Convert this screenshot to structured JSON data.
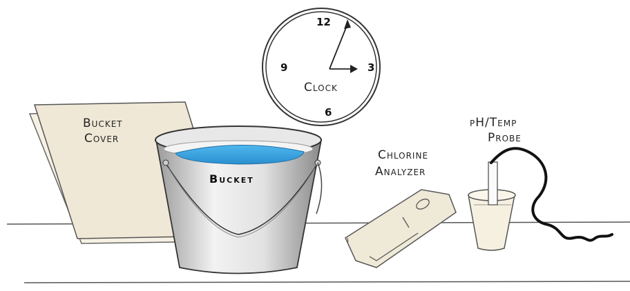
{
  "labels": {
    "bucket_cover": [
      "Bucket",
      "Cover"
    ],
    "clock": "Clock",
    "bucket": "Bucket",
    "chlorine_analyzer": [
      "Chlorine",
      "Analyzer"
    ],
    "ph_probe": [
      "pH/Temp",
      "Probe"
    ]
  },
  "clock_numbers": {
    "twelve": "12",
    "three": "3",
    "six": "6",
    "nine": "9"
  },
  "colors": {
    "water": "#3aa6e0",
    "bucket_metal": "#d9d9d9",
    "paper": "#efe8d6",
    "line": "#555555"
  }
}
